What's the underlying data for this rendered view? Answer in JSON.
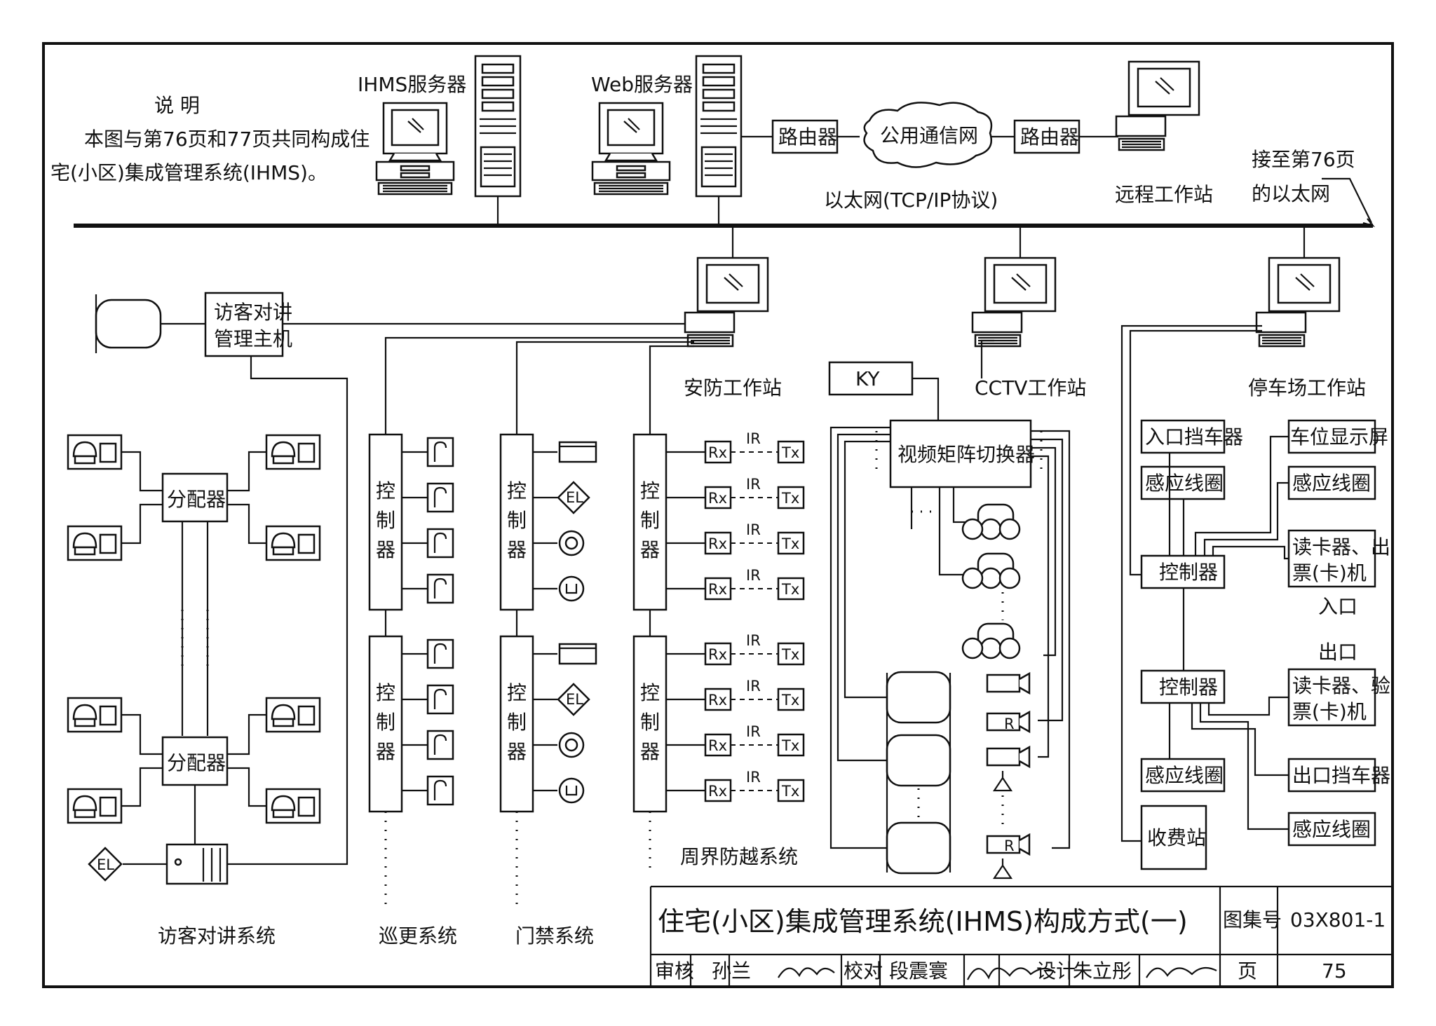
{
  "notes": {
    "heading": "说 明",
    "line1": "本图与第76页和77页共同构成住",
    "line2": "宅(小区)集成管理系统(IHMS)。"
  },
  "top": {
    "ihms_server": "IHMS服务器",
    "web_server": "Web服务器",
    "router_left": "路由器",
    "public_net": "公用通信网",
    "router_right": "路由器",
    "remote_ws": "远程工作站",
    "ethernet": "以太网(TCP/IP协议)",
    "link_line1": "接至第76页",
    "link_line2": "的以太网"
  },
  "workstations": {
    "security": "安防工作站",
    "cctv": "CCTV工作站",
    "parking": "停车场工作站"
  },
  "intercom": {
    "host_line1": "访客对讲",
    "host_line2": "管理主机",
    "distributor": "分配器",
    "el": "EL",
    "system": "访客对讲系统"
  },
  "controller_chars": [
    "控",
    "制",
    "器"
  ],
  "patrol": {
    "system": "巡更系统"
  },
  "access": {
    "system": "门禁系统",
    "el": "EL"
  },
  "perimeter": {
    "system": "周界防越系统",
    "rx": "Rx",
    "tx": "Tx",
    "ir": "IR"
  },
  "cctv": {
    "ky": "KY",
    "matrix": "视频矩阵切换器",
    "r": "R"
  },
  "parking": {
    "entry_barrier": "入口挡车器",
    "space_display": "车位显示屏",
    "loop": "感应线圈",
    "controller": "控制器",
    "reader_in_line1": "读卡器、出",
    "reader_in_line2": "票(卡)机",
    "entrance": "入口",
    "exit": "出口",
    "reader_out_line1": "读卡器、验",
    "reader_out_line2": "票(卡)机",
    "exit_barrier": "出口挡车器",
    "toll": "收费站"
  },
  "title_block": {
    "title": "住宅(小区)集成管理系统(IHMS)构成方式(一)",
    "atlas_label": "图集号",
    "atlas_no": "03X801-1",
    "review_label": "审核",
    "reviewer": "孙兰",
    "check_label": "校对",
    "checker": "段震寰",
    "design_label": "设计",
    "designer": "朱立彤",
    "page_label": "页",
    "page_no": "75"
  }
}
